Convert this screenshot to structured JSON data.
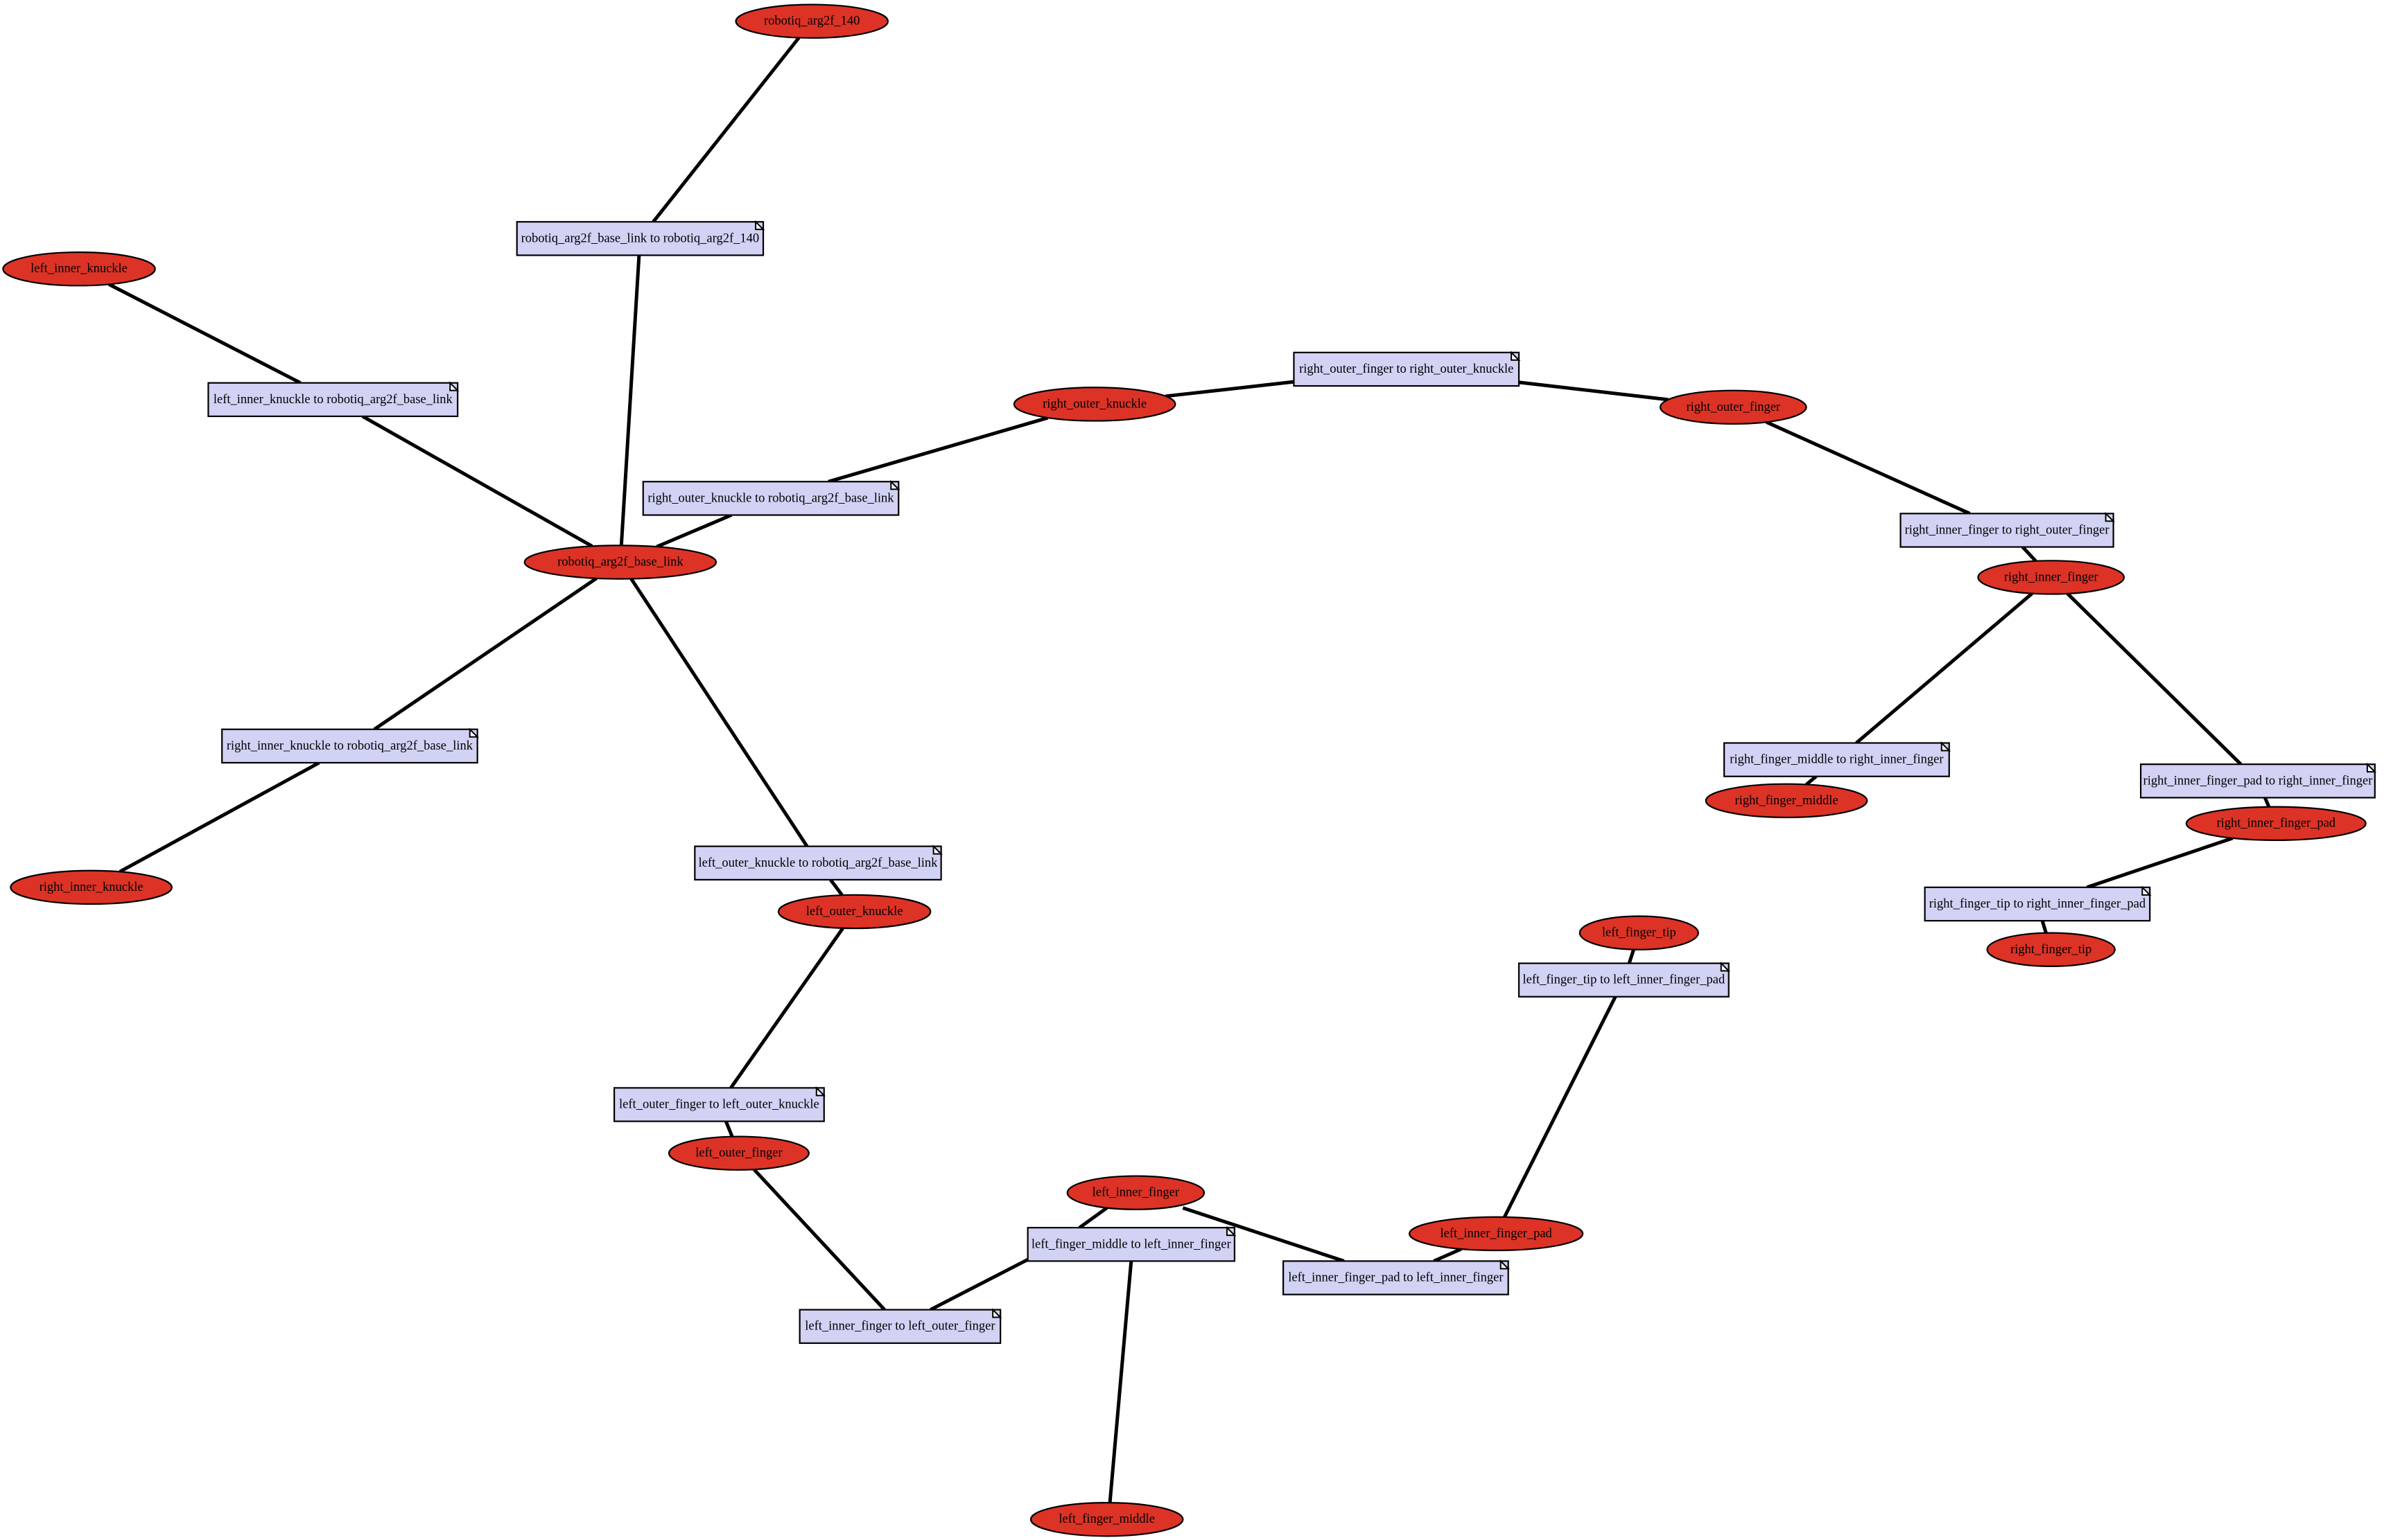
{
  "graph": {
    "links": [
      {
        "id": "robotiq_arg2f_140",
        "label": "robotiq_arg2f_140"
      },
      {
        "id": "left_inner_knuckle",
        "label": "left_inner_knuckle"
      },
      {
        "id": "robotiq_arg2f_base_link",
        "label": "robotiq_arg2f_base_link"
      },
      {
        "id": "right_outer_knuckle",
        "label": "right_outer_knuckle"
      },
      {
        "id": "right_outer_finger",
        "label": "right_outer_finger"
      },
      {
        "id": "right_inner_finger",
        "label": "right_inner_finger"
      },
      {
        "id": "right_finger_middle",
        "label": "right_finger_middle"
      },
      {
        "id": "right_inner_finger_pad",
        "label": "right_inner_finger_pad"
      },
      {
        "id": "right_finger_tip",
        "label": "right_finger_tip"
      },
      {
        "id": "right_inner_knuckle",
        "label": "right_inner_knuckle"
      },
      {
        "id": "left_outer_knuckle",
        "label": "left_outer_knuckle"
      },
      {
        "id": "left_outer_finger",
        "label": "left_outer_finger"
      },
      {
        "id": "left_inner_finger",
        "label": "left_inner_finger"
      },
      {
        "id": "left_finger_middle",
        "label": "left_finger_middle"
      },
      {
        "id": "left_inner_finger_pad",
        "label": "left_inner_finger_pad"
      },
      {
        "id": "left_finger_tip",
        "label": "left_finger_tip"
      }
    ],
    "joints": [
      {
        "id": "j_base_140",
        "label": "robotiq_arg2f_base_link to robotiq_arg2f_140",
        "from": "robotiq_arg2f_base_link",
        "to": "robotiq_arg2f_140"
      },
      {
        "id": "j_lik_base",
        "label": "left_inner_knuckle to robotiq_arg2f_base_link",
        "from": "left_inner_knuckle",
        "to": "robotiq_arg2f_base_link"
      },
      {
        "id": "j_rok_base",
        "label": "right_outer_knuckle to robotiq_arg2f_base_link",
        "from": "right_outer_knuckle",
        "to": "robotiq_arg2f_base_link"
      },
      {
        "id": "j_rof_rok",
        "label": "right_outer_finger to right_outer_knuckle",
        "from": "right_outer_finger",
        "to": "right_outer_knuckle"
      },
      {
        "id": "j_rif_rof",
        "label": "right_inner_finger to right_outer_finger",
        "from": "right_inner_finger",
        "to": "right_outer_finger"
      },
      {
        "id": "j_rfm_rif",
        "label": "right_finger_middle to right_inner_finger",
        "from": "right_finger_middle",
        "to": "right_inner_finger"
      },
      {
        "id": "j_rifp_rif",
        "label": "right_inner_finger_pad to right_inner_finger",
        "from": "right_inner_finger_pad",
        "to": "right_inner_finger"
      },
      {
        "id": "j_rft_rifp",
        "label": "right_finger_tip to right_inner_finger_pad",
        "from": "right_finger_tip",
        "to": "right_inner_finger_pad"
      },
      {
        "id": "j_rik_base",
        "label": "right_inner_knuckle to robotiq_arg2f_base_link",
        "from": "right_inner_knuckle",
        "to": "robotiq_arg2f_base_link"
      },
      {
        "id": "j_lok_base",
        "label": "left_outer_knuckle to robotiq_arg2f_base_link",
        "from": "left_outer_knuckle",
        "to": "robotiq_arg2f_base_link"
      },
      {
        "id": "j_lof_lok",
        "label": "left_outer_finger to left_outer_knuckle",
        "from": "left_outer_finger",
        "to": "left_outer_knuckle"
      },
      {
        "id": "j_lif_lof",
        "label": "left_inner_finger to left_outer_finger",
        "from": "left_inner_finger",
        "to": "left_outer_finger"
      },
      {
        "id": "j_lfm_lif",
        "label": "left_finger_middle to left_inner_finger",
        "from": "left_finger_middle",
        "to": "left_inner_finger"
      },
      {
        "id": "j_lifp_lif",
        "label": "left_inner_finger_pad to left_inner_finger",
        "from": "left_inner_finger_pad",
        "to": "left_inner_finger"
      },
      {
        "id": "j_lft_lifp",
        "label": "left_finger_tip to left_inner_finger_pad",
        "from": "left_finger_tip",
        "to": "left_inner_finger_pad"
      }
    ]
  },
  "colors": {
    "link_fill": "#dc3326",
    "joint_fill": "#d2d2f5",
    "edge": "#000000"
  }
}
